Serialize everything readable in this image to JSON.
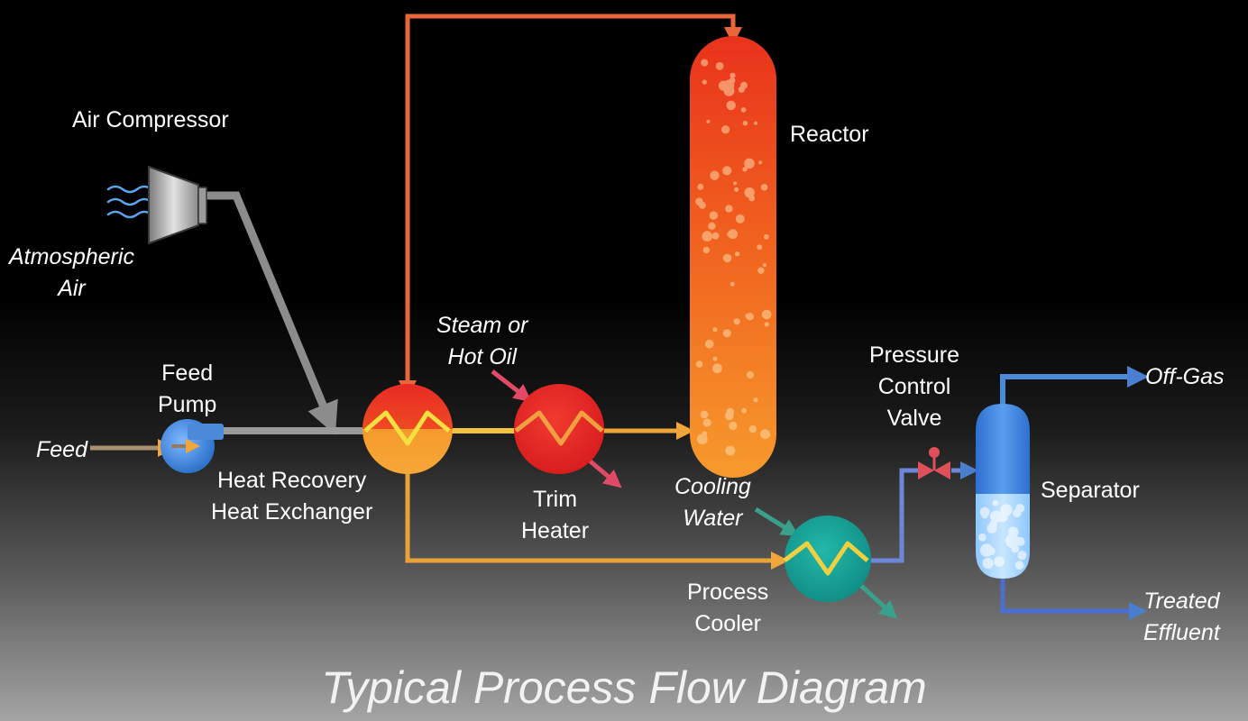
{
  "title": "Typical Process Flow Diagram",
  "equipment": {
    "air_compressor": "Air Compressor",
    "feed_pump": [
      "Feed",
      "Pump"
    ],
    "heat_exchanger": [
      "Heat Recovery",
      "Heat Exchanger"
    ],
    "trim_heater": [
      "Trim",
      "Heater"
    ],
    "reactor": "Reactor",
    "process_cooler": [
      "Process",
      "Cooler"
    ],
    "pressure_control_valve": [
      "Pressure",
      "Control",
      "Valve"
    ],
    "separator": "Separator"
  },
  "streams": {
    "atmospheric_air": [
      "Atmospheric",
      "Air"
    ],
    "feed": "Feed",
    "steam_or_hot_oil": [
      "Steam or",
      "Hot Oil"
    ],
    "cooling_water": [
      "Cooling",
      "Water"
    ],
    "off_gas": "Off-Gas",
    "treated_effluent": [
      "Treated",
      "Effluent"
    ]
  },
  "colors": {
    "air_line": "#8c8c8c",
    "hot_recycle_line": "#e8663a",
    "hot_process_line": "#f0a63a",
    "cooling_line": "#3aa08c",
    "cold_line": "#4a7fd0",
    "heater": "#e32626",
    "cooler": "#17a89c",
    "separator": "#3f8de0"
  }
}
